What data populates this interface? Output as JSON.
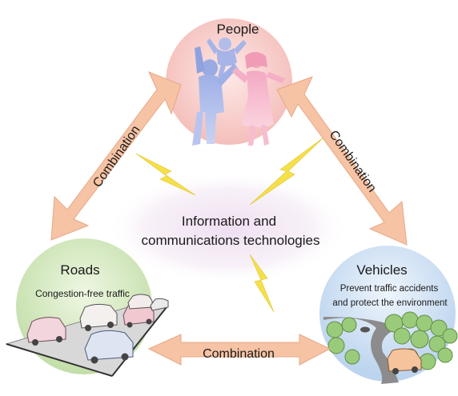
{
  "people": {
    "title": "People"
  },
  "roads": {
    "title": "Roads",
    "subtitle": "Congestion-free traffic"
  },
  "vehicles": {
    "title": "Vehicles",
    "subtitle_line1": "Prevent traffic accidents",
    "subtitle_line2": "and protect the environment"
  },
  "center": {
    "line1": "Information and",
    "line2": "communications technologies"
  },
  "connections": {
    "left": "Combination",
    "right": "Combination",
    "bottom": "Combination"
  },
  "colors": {
    "people_circle": "#f7c9c6",
    "roads_circle": "#cfe6b8",
    "vehicles_circle": "#cfe0f2",
    "arrow": "#f6c3a5",
    "lightning": "#f5e04a",
    "center_glow": "#e9d5ec"
  }
}
